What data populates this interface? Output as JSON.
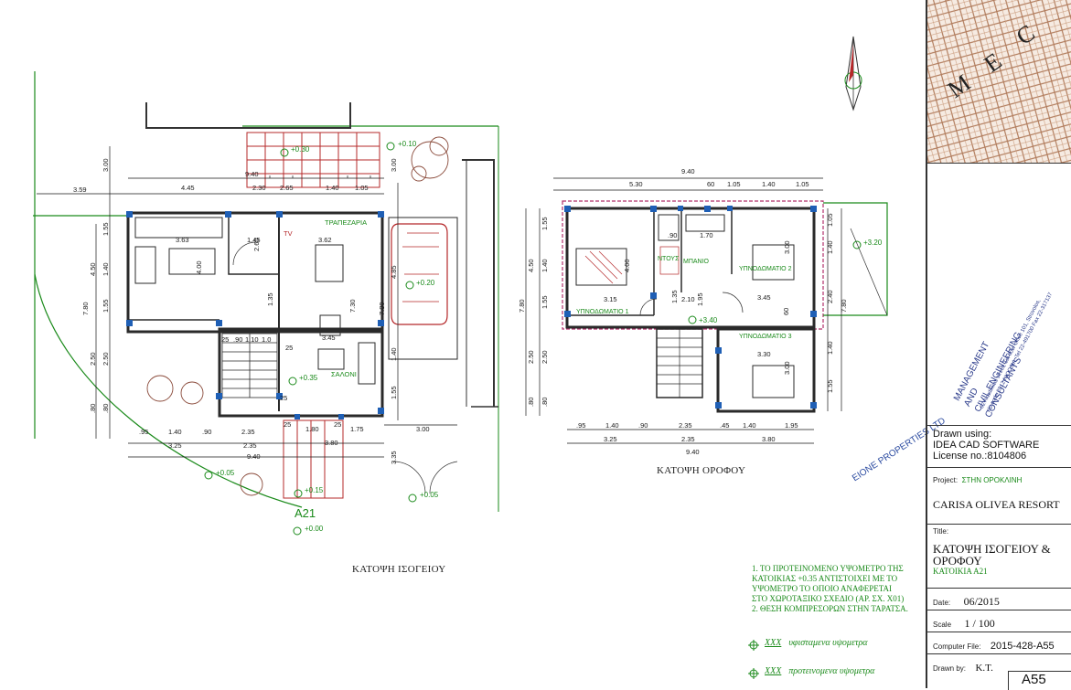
{
  "plans": {
    "ground": {
      "caption": "ΚΑΤΟΨΗ ΙΣΟΓΕΙΟΥ",
      "unit_label": "A21",
      "rooms": {
        "dining": "ΤΡΑΠΕΖΑΡΙΑ",
        "living": "ΣΑΛΟΝΙ",
        "tv": "TV"
      },
      "levels": [
        "+0.30",
        "+0.10",
        "+0.20",
        "+0.35",
        "+0.05",
        "+0.15",
        "+0.05",
        "+0.00"
      ],
      "top_dims": [
        "3.59",
        "4.45",
        "2.30",
        "2.65",
        "1.40",
        "1.05",
        "9.40",
        "3.00",
        "3.00"
      ],
      "inner_dims": [
        "3.63",
        "1.45",
        "3.62",
        "2.60",
        "4.00",
        "1.35",
        "3.45",
        "7.30",
        "4.85",
        "7.80"
      ],
      "left_dims": [
        "1.55",
        "4.50",
        "1.40",
        "1.55",
        "7.80",
        "2.50",
        "2.50",
        ".80",
        ".80"
      ],
      "stair_dims": [
        "25",
        ".90",
        "1.10",
        "1.0",
        "25",
        "25",
        "25",
        "25"
      ],
      "right_dims": [
        "1.40",
        "1.55",
        "3.35"
      ],
      "bottom_row1": [
        ".95",
        "1.40",
        ".90",
        "2.35",
        "1.80",
        "1.75",
        "3.00"
      ],
      "bottom_row2": [
        "3.25",
        "2.35",
        "3.80"
      ],
      "bottom_row3": [
        "9.40"
      ]
    },
    "first": {
      "caption": "ΚΑΤΟΨΗ ΟΡΟΦΟΥ",
      "rooms": {
        "bed1": "ΥΠΝΟΔΩΜΑΤΙΟ 1",
        "bed2": "ΥΠΝΟΔΩΜΑΤΙΟ 2",
        "bed3": "ΥΠΝΟΔΩΜΑΤΙΟ 3",
        "wc": "ΝΤΟΥΣ",
        "bath": "ΜΠΑΝΙΟ"
      },
      "levels": [
        "+3.20",
        "+3.40"
      ],
      "top_dims": [
        "9.40",
        "5.30",
        "60",
        "1.05",
        "1.40",
        "1.05"
      ],
      "inner_dims": [
        "4.00",
        ".90",
        "1.70",
        "3.00",
        "3.15",
        "2.10",
        "3.45",
        "3.30",
        "3.00",
        "1.35",
        "1.95",
        "60",
        "1.05"
      ],
      "left_dims": [
        "1.55",
        "4.50",
        "1.40",
        "1.55",
        "7.80",
        "2.50",
        "2.50",
        ".80",
        ".80"
      ],
      "right_dims": [
        "1.40",
        "2.40",
        "7.80",
        "1.40",
        "1.55"
      ],
      "bottom_row1": [
        ".95",
        "1.40",
        ".90",
        "2.35",
        ".45",
        "1.40",
        "1.95"
      ],
      "bottom_row2": [
        "3.25",
        "2.35",
        "3.80"
      ],
      "bottom_row3": [
        "9.40"
      ]
    }
  },
  "notes": {
    "lines": [
      "1. ΤΟ ΠΡΟΤΕΙΝΟΜΕΝΟ ΥΨΟΜΕΤΡΟ ΤΗΣ",
      "ΚΑΤΟΙΚΙΑΣ +0.35 ΑΝΤΙΣΤΟΙΧΕΙ ΜΕ ΤΟ",
      "ΥΨΟΜΕΤΡΟ ΤΟ ΟΠΟΙΟ ΑΝΑΦΕΡΕΤΑΙ",
      "ΣΤΟ ΧΩΡΟΤΑΞΙΚΟ ΣΧΕΔΙΟ (ΑΡ. ΣΧ. Χ01)",
      "2. ΘΕΣΗ ΚΟΜΠΡΕΣΟΡΩΝ ΣΤΗΝ ΤΑΡΑΤΣΑ."
    ],
    "legend": [
      {
        "code": "XXX",
        "text": "υφισταμενα υψομετρα"
      },
      {
        "code": "XXX",
        "text": "προτεινομενα υψομετρα"
      }
    ]
  },
  "stamp": {
    "text": "EIONE PROPERTIES LTD"
  },
  "title_block": {
    "logo_letters": [
      "M",
      "E",
      "C"
    ],
    "firm_name": [
      "MANAGEMENT",
      "AND",
      "CIVIL ENGINEERING",
      "CONSULTANTS"
    ],
    "firm_address": [
      "62 Akadimias street, 1st floor office 101, Strovolos,",
      "zip code:2012 NICOSIA, Tel 22-491700 Fax 22-317137"
    ],
    "software": [
      "Drawn using:",
      "IDEA CAD SOFTWARE",
      "License no.:8104806"
    ],
    "project_label": "Project:",
    "project_location": "ΣΤΗΝ ΟΡΟΚΛΙΝΗ",
    "project_name": "CARISA OLIVEA RESORT",
    "title_label": "Title:",
    "title_lines": [
      "ΚΑΤΟΨΗ ΙΣΟΓΕΙΟΥ &",
      "ΟΡΟΦΟΥ"
    ],
    "title_sub": "ΚΑΤΟΙΚΙΑ Α21",
    "date_label": "Date:",
    "date": "06/2015",
    "scale_label": "Scale",
    "scale": "1 / 100",
    "file_label": "Computer File:",
    "file": "2015-428-A55",
    "drawn_label": "Drawn by:",
    "drawn": "K.T.",
    "sheet": "A55"
  },
  "colors": {
    "wall": "#2a2a2a",
    "column": "#1f5fb5",
    "dim": "#1a1a1a",
    "level": "#1a8a1a",
    "red": "#b5282a",
    "magenta": "#b0306a",
    "brown": "#8a4a3a"
  }
}
